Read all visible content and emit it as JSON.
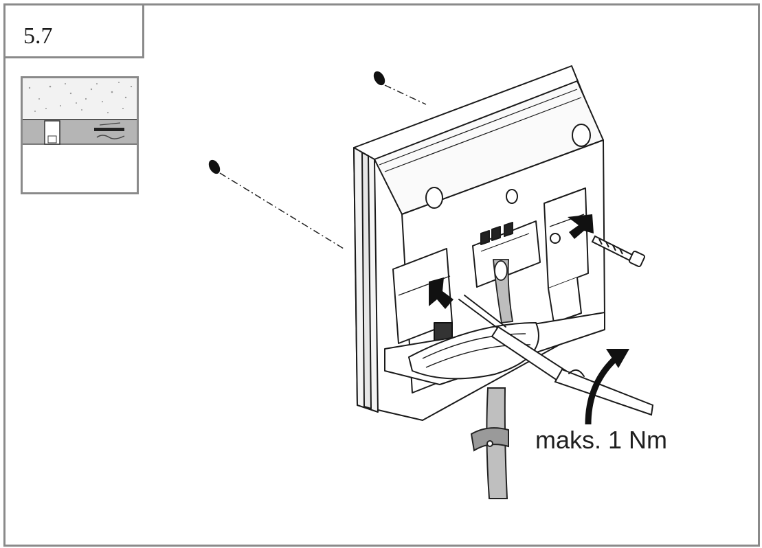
{
  "step": {
    "number": "5.7"
  },
  "annotation": {
    "torque_label": "maks. 1 Nm"
  },
  "icons": {
    "inset": "wall-section-icon",
    "device": "wall-box-device",
    "screwdriver": "screwdriver-icon",
    "rotation": "rotation-arrow-icon"
  },
  "colors": {
    "frame": "#8a8a8a",
    "line": "#1a1a1a",
    "fill": "#ffffff",
    "arrow": "#111111"
  }
}
